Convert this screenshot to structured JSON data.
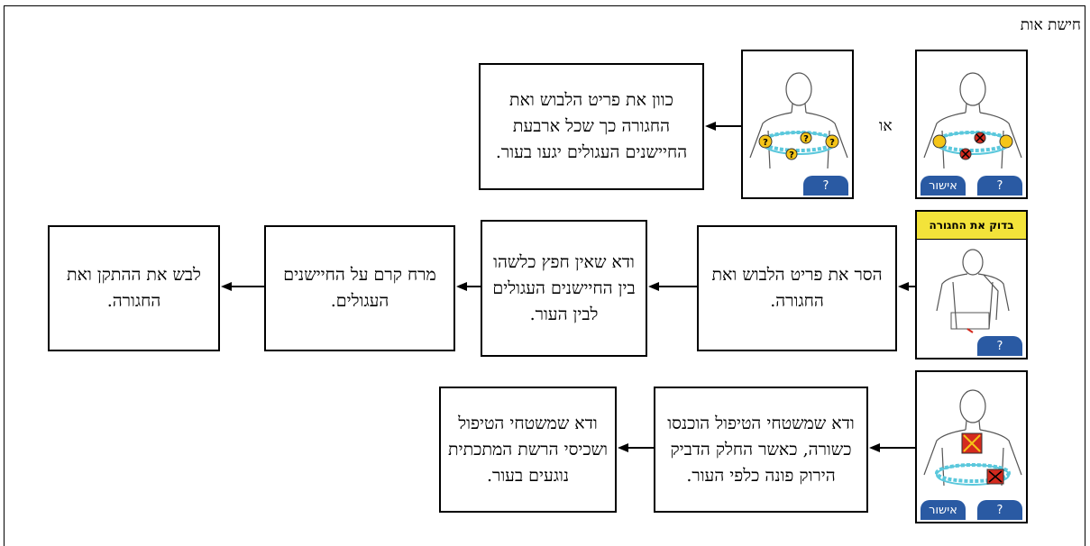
{
  "header": {
    "title": "חישת אות"
  },
  "connector_or": "או",
  "screens": {
    "screen_top_right": {
      "question_label": "?",
      "confirm_label": "אישור"
    },
    "screen_top_middle": {
      "question_label": "?"
    },
    "screen_middle": {
      "banner": "בדוק את החגורה",
      "question_label": "?"
    },
    "screen_bottom": {
      "question_label": "?",
      "confirm_label": "אישור"
    }
  },
  "steps": {
    "align_sensors": "כוון את פריט הלבוש ואת החגורה כך שכל ארבעת החיישנים העגולים יגעו בעור.",
    "remove_garment": "הסר את פריט הלבוש ואת החגורה.",
    "check_no_object": "ודא שאין חפץ כלשהו בין החיישנים העגולים לבין העור.",
    "apply_cream": "מרח קרם על החיישנים העגולים.",
    "wear_device": "לבש את ההתקן ואת החגורה.",
    "check_electrodes": "ודא שמשטחי הטיפול הוכנסו כשורה, כאשר החלק הדביק הירוק פונה כלפי העור.",
    "check_electrodes_mesh": "ודא שמשטחי הטיפול ושכיסי הרשת המתכתית נוגעים בעור."
  },
  "colors": {
    "button_blue": "#2a5aa3",
    "banner_yellow": "#f3e33a",
    "belt_cyan": "#5bc8dc",
    "sensor_yellow": "#f5c518",
    "error_red": "#d42a1e"
  }
}
